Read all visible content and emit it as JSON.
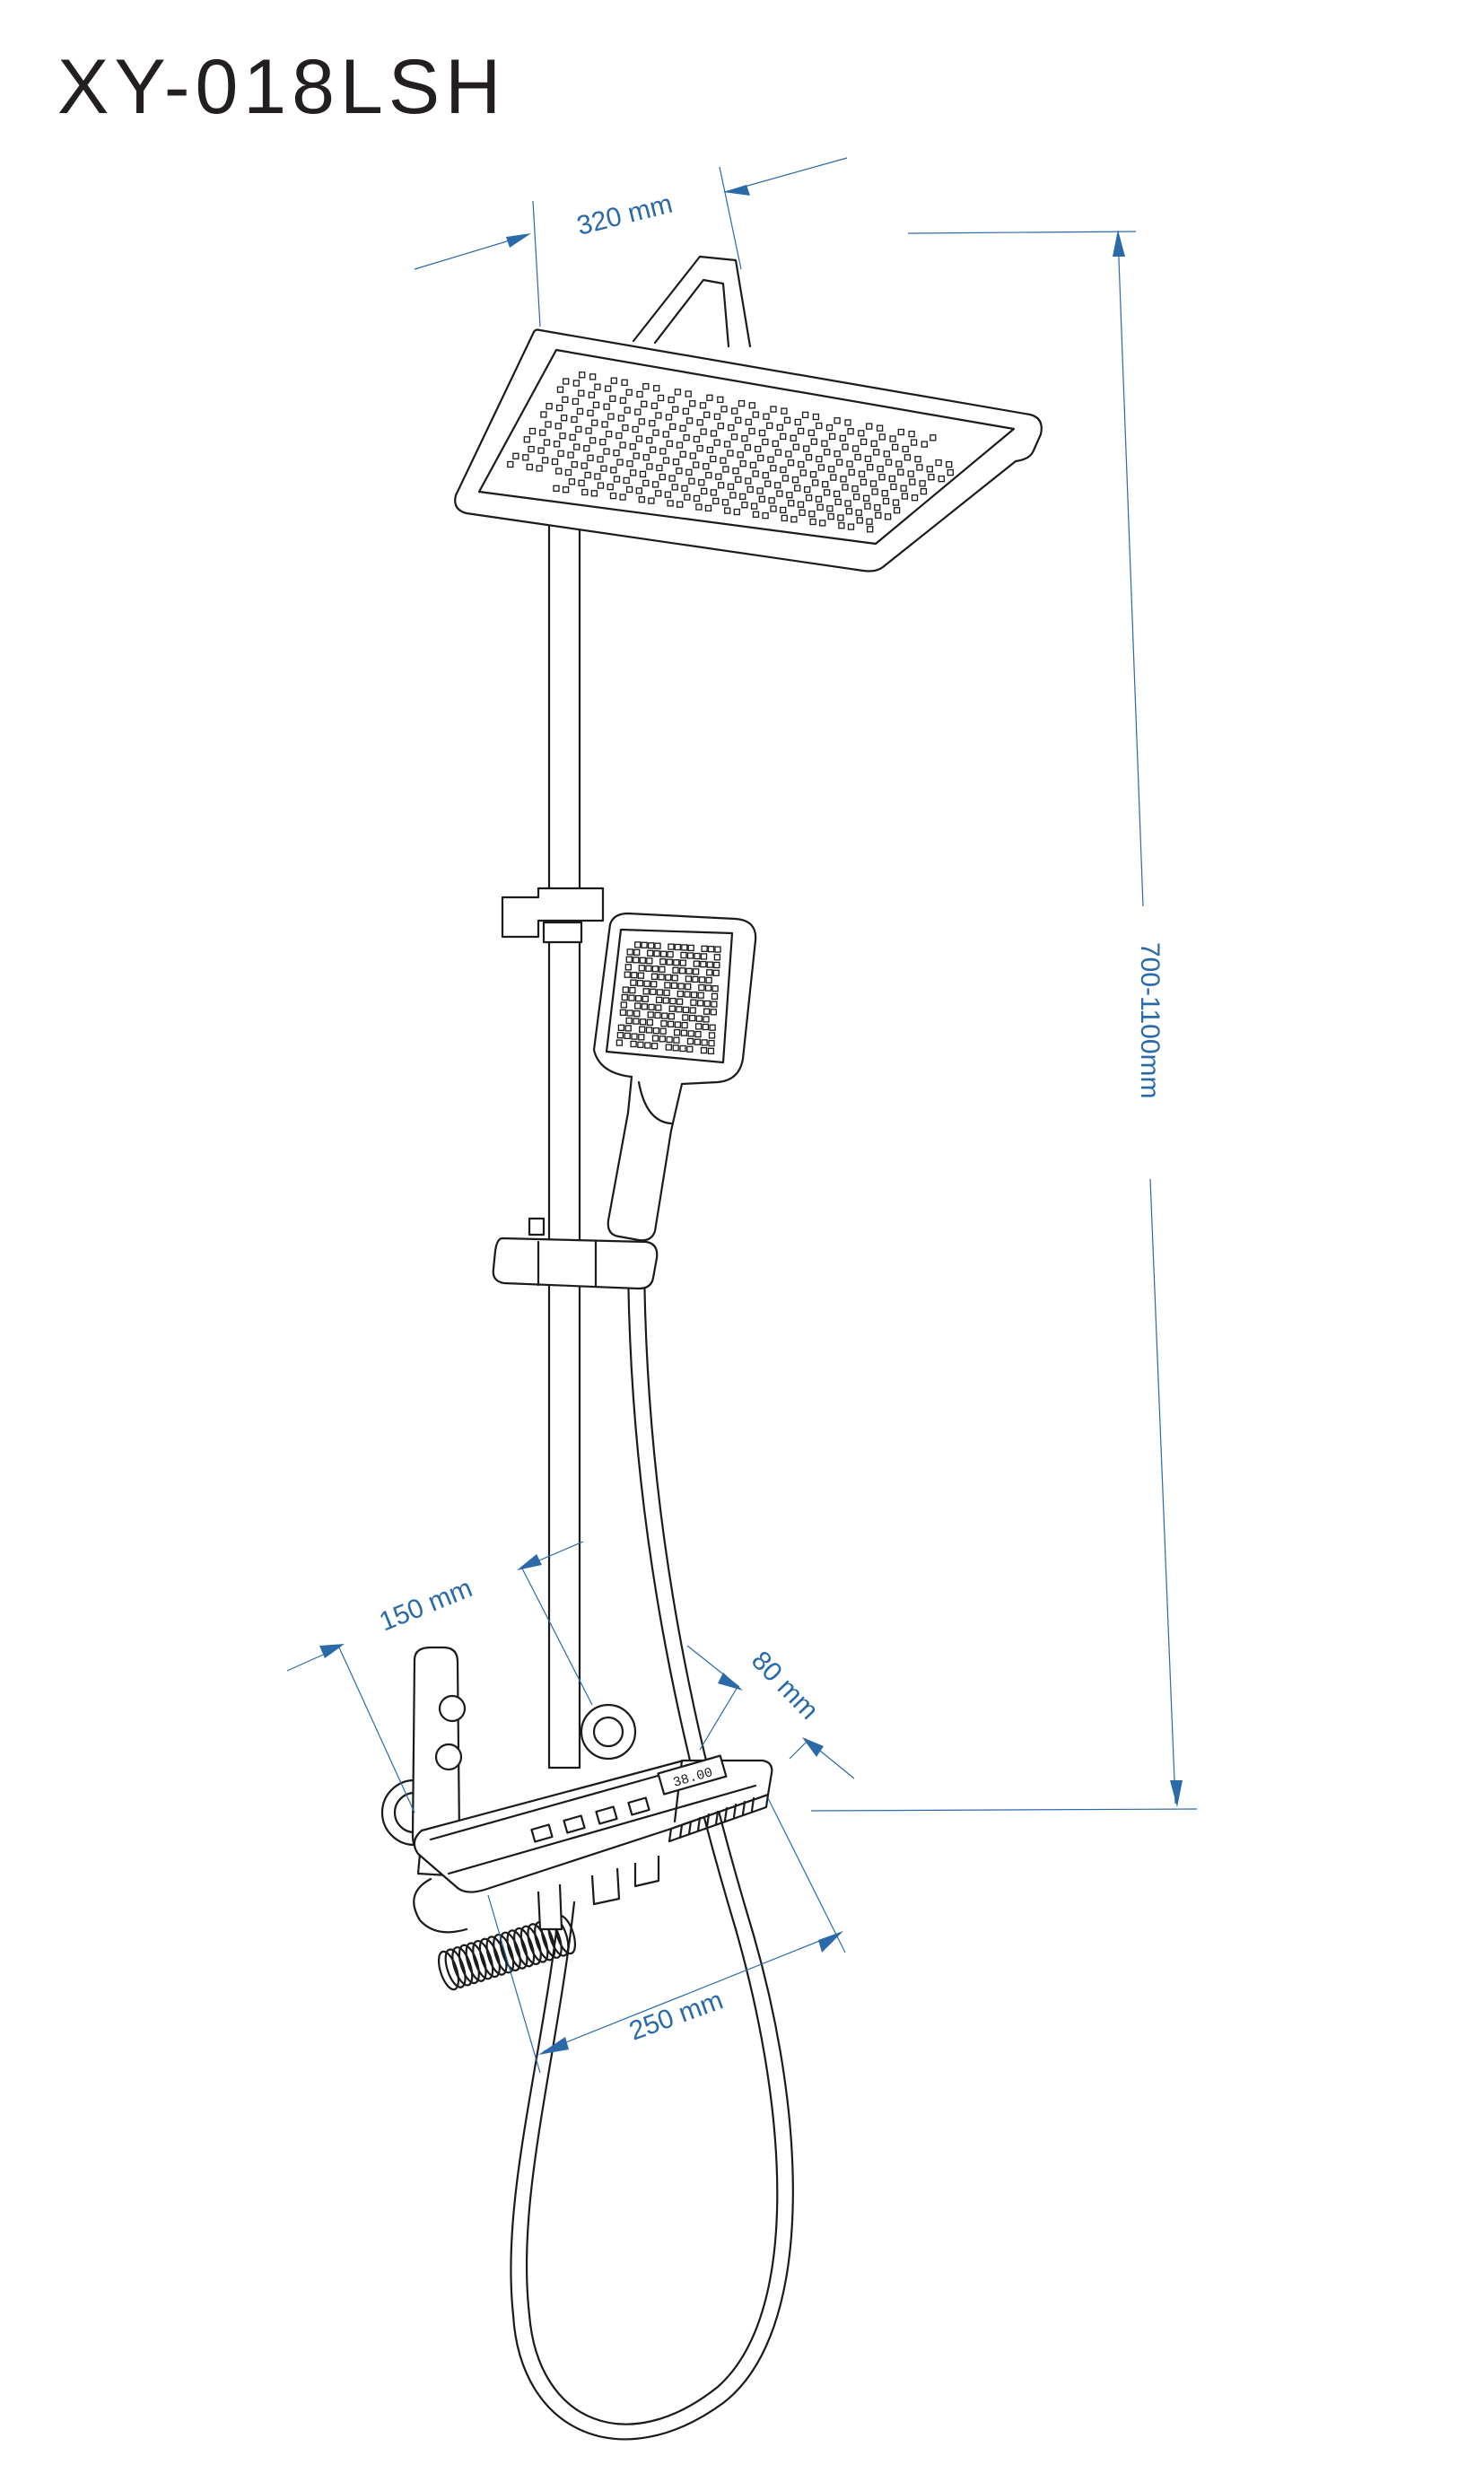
{
  "title": "XY-018LSH",
  "dimensions": {
    "width_top": "320 mm",
    "height": "700-1100mm",
    "handle": "150 mm",
    "depth": "80 mm",
    "shelf": "250 mm"
  },
  "display_text": "38.00",
  "colors": {
    "dimension": "#2a6aa8",
    "line": "#1b1b1b"
  }
}
